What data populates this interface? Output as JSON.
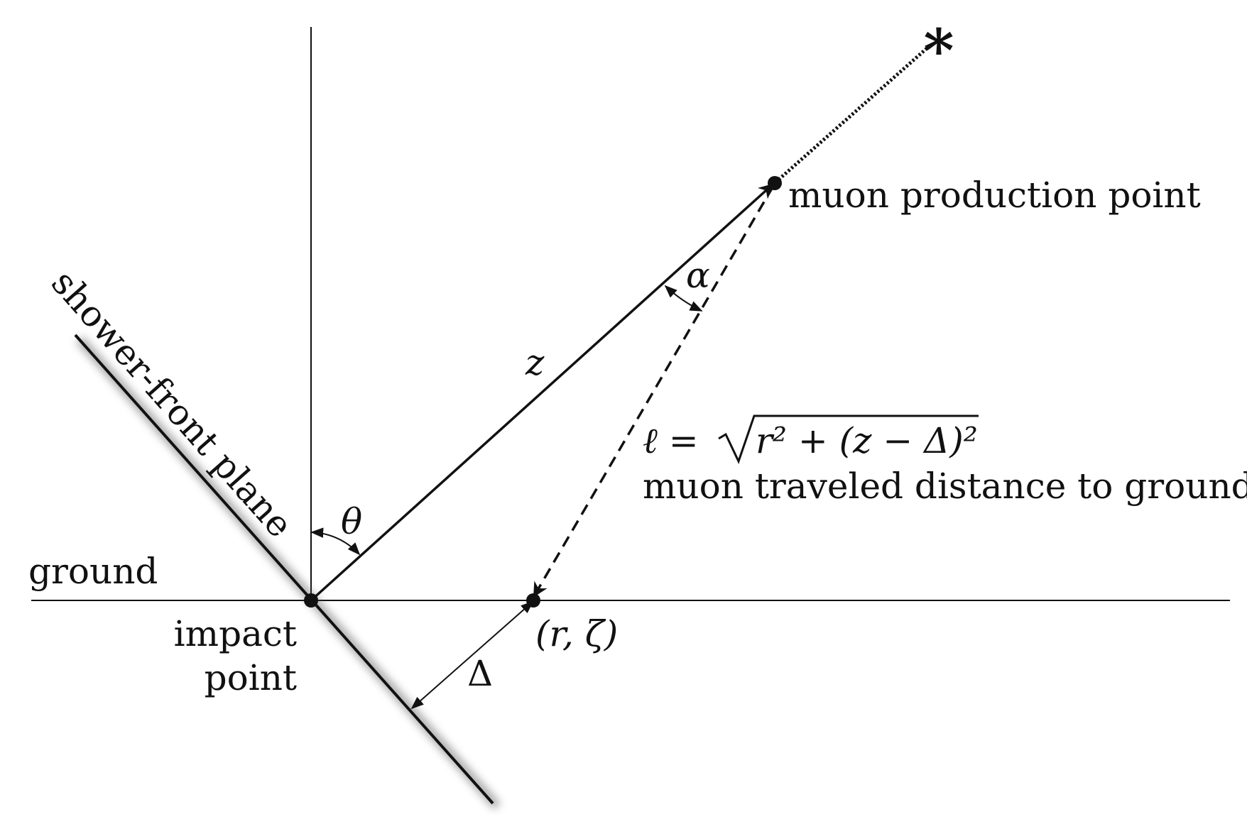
{
  "labels": {
    "ground": "ground",
    "impact_line1": "impact",
    "impact_line2": "point",
    "shower_front": "shower-front plane",
    "muon_production": "muon production point",
    "muon_traveled": "muon traveled distance to ground",
    "theta": "θ",
    "alpha": "α",
    "z": "z",
    "delta": "Δ",
    "point_coords": "(r, ζ)",
    "star": "*",
    "ell_formula": {
      "lhs": "ℓ = ",
      "radicand": "r² + (z − Δ)²"
    }
  },
  "colors": {
    "ink": "#111111",
    "background": "#ffffff"
  }
}
